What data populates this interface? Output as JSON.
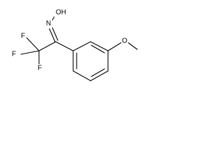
{
  "molecule": {
    "atoms": {
      "hydroxyl": "OH",
      "oxime_n": "N",
      "fluorine_top": "F",
      "fluorine_left": "F",
      "fluorine_bottom": "F",
      "methoxy_o": "O"
    }
  }
}
